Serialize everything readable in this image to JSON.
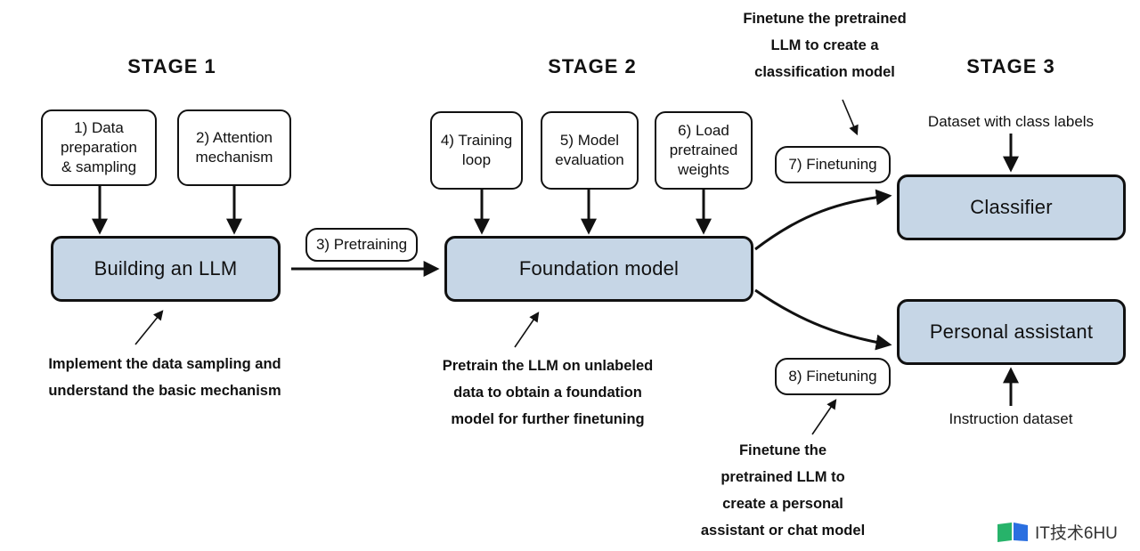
{
  "stages": {
    "stage1": "STAGE 1",
    "stage2": "STAGE 2",
    "stage3": "STAGE 3"
  },
  "steps": {
    "data_prep": "1) Data\npreparation\n& sampling",
    "attention": "2) Attention\nmechanism",
    "pretraining": "3) Pretraining",
    "training_loop": "4) Training\nloop",
    "model_eval": "5) Model\nevaluation",
    "load_weights": "6) Load\npretrained\nweights",
    "finetune7": "7) Finetuning",
    "finetune8": "8) Finetuning"
  },
  "main": {
    "building": "Building an LLM",
    "foundation": "Foundation model",
    "classifier": "Classifier",
    "assistant": "Personal assistant"
  },
  "notes": {
    "stage1": "Implement the data sampling and\nunderstand the basic mechanism",
    "stage2": "Pretrain the LLM on unlabeled\ndata to obtain a foundation\nmodel for further finetuning",
    "classify": "Finetune the pretrained\nLLM to create a\nclassification model",
    "assistant": "Finetune the\npretrained LLM to\ncreate a personal\nassistant or chat model"
  },
  "labels": {
    "dataset_class": "Dataset with class labels",
    "instruction": "Instruction dataset"
  },
  "watermark": {
    "text": "IT技术6HU",
    "logo_colors": [
      "#27b36a",
      "#2a6fe0"
    ]
  }
}
